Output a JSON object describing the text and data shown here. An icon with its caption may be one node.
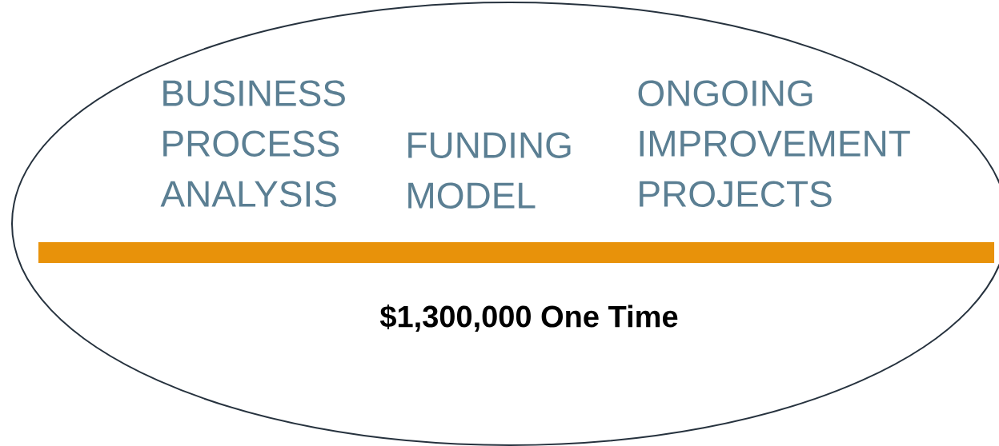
{
  "diagram": {
    "nodes": [
      {
        "text": [
          "BUSINESS PROCESS ANALYSIS",
          "FUNDING MODEL",
          "ONGOING IMPROVEMENT PROJECTS",
          "$1,300,000 One Time"
        ]
      },
      {
        "text": [],
        "shape": "bar",
        "in": 0
      }
    ]
  }
}
